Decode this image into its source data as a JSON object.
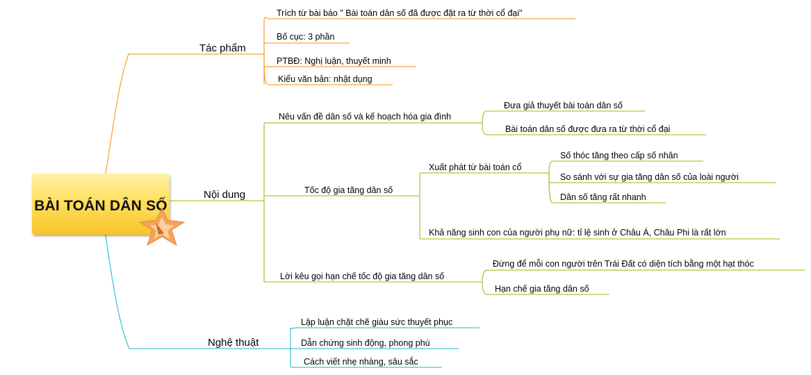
{
  "central": {
    "label": "BÀI TOÁN DÂN SỐ",
    "icon": "star-icon"
  },
  "colors": {
    "orange": "#f6a53a",
    "green": "#a7c93c",
    "cyan": "#41c5d6"
  },
  "branches": {
    "tac_pham": {
      "label": "Tác phẩm",
      "items": [
        "Trích từ bài báo \" Bài toán dân số đã được đặt ra từ thời cổ đại\"",
        "Bố cục: 3 phần",
        "PTBĐ: Nghị luận, thuyết minh",
        "Kiểu văn bản: nhật dụng"
      ]
    },
    "noi_dung": {
      "label": "Nội dung",
      "neu_van_de": {
        "label": "Nêu vấn đề dân số và kế hoạch hóa gia đình",
        "items": [
          "Đưa giả thuyết bài toán dân số",
          "Bài toán dân số được đưa ra từ thời cổ đại"
        ]
      },
      "toc_do": {
        "label": "Tốc độ gia tăng dân số",
        "xuat_phat": {
          "label": "Xuất phát từ bài toán cổ",
          "items": [
            "Số thóc tăng theo cấp số nhân",
            "So sánh với sự gia tăng dân số của loài người",
            "Dân số tăng rất nhanh"
          ]
        },
        "kha_nang": "Khả năng sinh con của người phụ nữ: tỉ lệ sinh ở Châu Á, Châu Phi là rất lớn"
      },
      "loi_keu_goi": {
        "label": "Lời kêu gọi hạn chế tốc độ gia tăng dân số",
        "items": [
          "Đừng để mỗi con người trên Trái Đất có diện tích bằng một hạt thóc",
          "Hạn chế gia tăng dân số"
        ]
      }
    },
    "nghe_thuat": {
      "label": "Nghệ thuật",
      "items": [
        "Lập luận chặt chẽ giàu sức thuyết phục",
        "Dẫn chứng sinh động, phong phú",
        "Cách viết nhẹ nhàng, sâu sắc"
      ]
    }
  }
}
